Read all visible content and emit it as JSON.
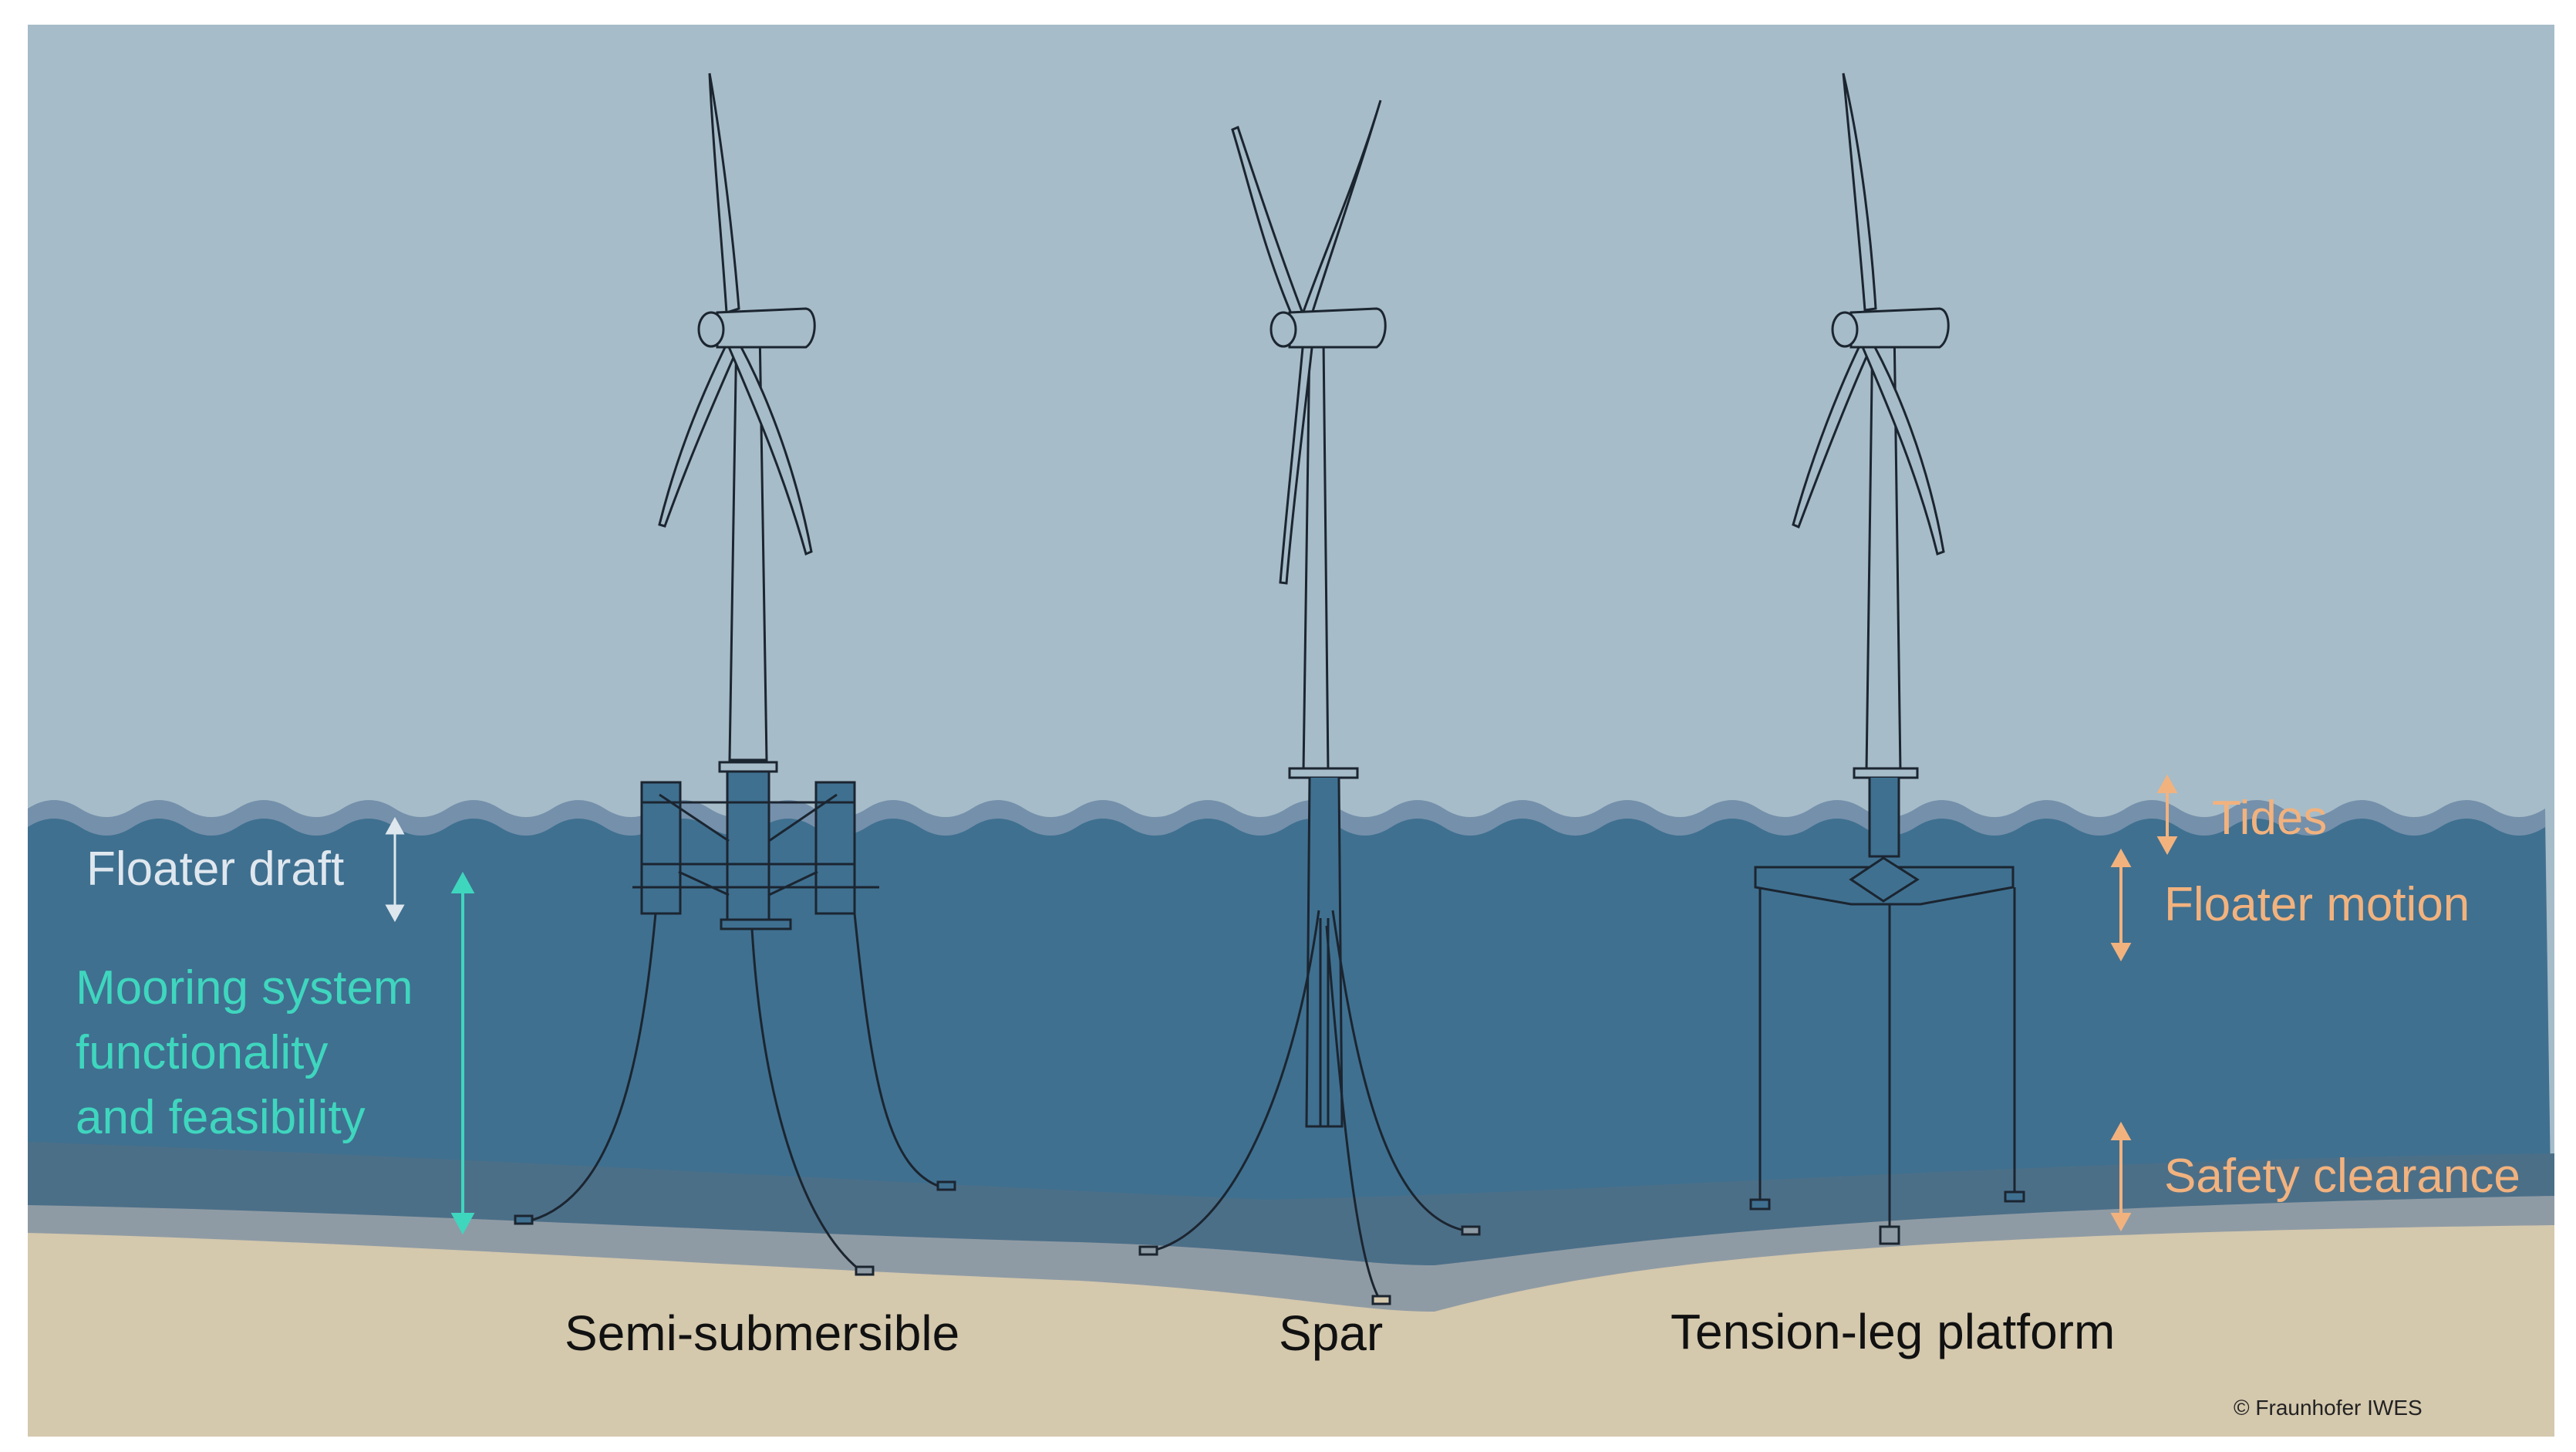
{
  "colors": {
    "sky": "#a6bcc8",
    "water_surface": "#6f8eab",
    "water": "#3f7090",
    "water_deep": "#4b6f88",
    "seabed_layer": "#8e9aa3",
    "seabed": "#d4c8ad",
    "structure": "#1b2530",
    "orange": "#f2b27e",
    "teal": "#3fd6be",
    "white_label": "#dfe7ee"
  },
  "left_labels": {
    "floater_draft": "Floater draft",
    "mooring_line1": "Mooring system",
    "mooring_line2": "functionality",
    "mooring_line3": "and feasibility"
  },
  "right_labels": {
    "tides": "Tides",
    "floater_motion": "Floater motion",
    "safety_clearance": "Safety clearance"
  },
  "platform_types": {
    "semi": "Semi-submersible",
    "spar": "Spar",
    "tlp": "Tension-leg platform"
  },
  "credit": "© Fraunhofer IWES",
  "icons": [
    "wind-turbine-icon",
    "double-arrow-icon"
  ]
}
